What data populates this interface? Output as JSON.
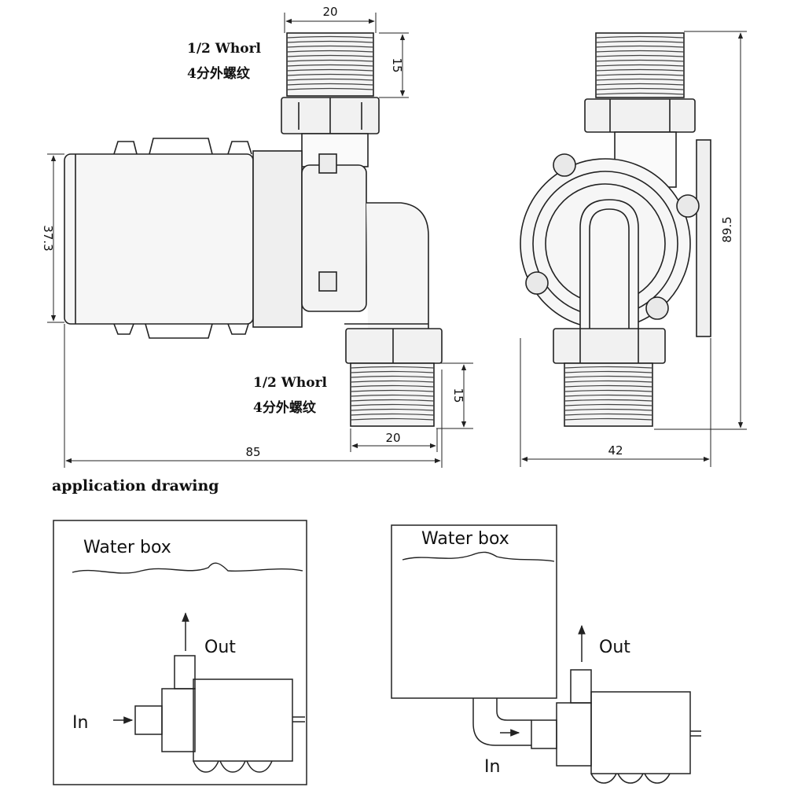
{
  "top_view": {
    "top_thread": {
      "width_dim": "20",
      "height_dim": "15",
      "note_line1": "1/2 Whorl",
      "note_line2": "4分外螺纹"
    },
    "bottom_thread": {
      "width_dim": "20",
      "height_dim": "15",
      "note_line1": "1/2 Whorl",
      "note_line2": "4分外螺纹"
    },
    "motor_diameter_dim": "37.3",
    "total_length_dim": "85"
  },
  "side_view": {
    "height_dim": "89.5",
    "width_dim": "42"
  },
  "application": {
    "caption": "application drawing",
    "left": {
      "box_label": "Water box",
      "out_label": "Out",
      "in_label": "In"
    },
    "right": {
      "box_label": "Water box",
      "out_label": "Out",
      "in_label": "In"
    }
  }
}
